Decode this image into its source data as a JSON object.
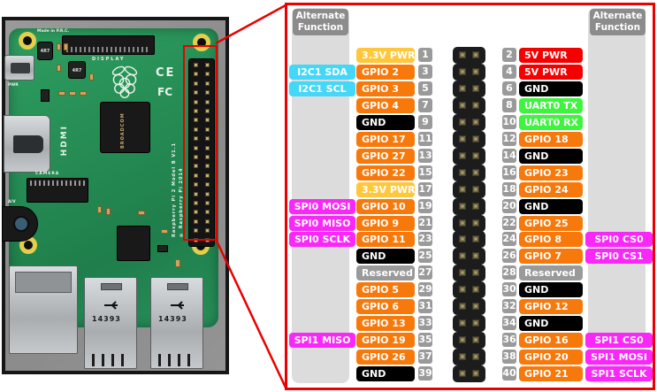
{
  "colors": {
    "red_accent": "#e90000",
    "gpio": "#f8790b",
    "pwr33": "#ffc83c",
    "pwr5": "#f50000",
    "gnd": "#000000",
    "uart": "#3ef43e",
    "reserved": "#9a9a9a",
    "i2c": "#45d7f7",
    "spi": "#f928f9",
    "pin_num": "#9a9a9a",
    "alt_header_bg": "#8c8c8c",
    "alt_col_bg": "#dcdcdc",
    "pcb_green": "#2e9e60"
  },
  "photo": {
    "made_in": "Made in P.R.C.",
    "display_label": "DISPLAY",
    "camera_label": "CAMERA",
    "hdmi_label": "HDMI",
    "pwr_label": "PWR",
    "av_label": "A/V",
    "ce_mark": "CE",
    "fcc_mark": "FC",
    "chip_mark": "BROADCOM",
    "inductor1": "4R7",
    "inductor2": "4R7",
    "usb1_serial": "14393",
    "usb2_serial": "14393",
    "board_name": "Raspberry Pi 2 Model B V1.1",
    "board_copyright": "© Raspberry Pi 2014"
  },
  "diagram": {
    "alt_header": {
      "line1": "Alternate",
      "line2": "Function"
    },
    "rows": [
      {
        "pinL": 1,
        "labelL": "3.3V PWR",
        "typeL": "pwr33",
        "altL": null,
        "altLType": null,
        "pinR": 2,
        "labelR": "5V PWR",
        "typeR": "pwr5",
        "altR": null,
        "altRType": null
      },
      {
        "pinL": 3,
        "labelL": "GPIO 2",
        "typeL": "gpio",
        "altL": "I2C1 SDA",
        "altLType": "i2c",
        "pinR": 4,
        "labelR": "5V PWR",
        "typeR": "pwr5",
        "altR": null,
        "altRType": null
      },
      {
        "pinL": 5,
        "labelL": "GPIO 3",
        "typeL": "gpio",
        "altL": "I2C1 SCL",
        "altLType": "i2c",
        "pinR": 6,
        "labelR": "GND",
        "typeR": "gnd",
        "altR": null,
        "altRType": null
      },
      {
        "pinL": 7,
        "labelL": "GPIO 4",
        "typeL": "gpio",
        "altL": null,
        "altLType": null,
        "pinR": 8,
        "labelR": "UART0 TX",
        "typeR": "uart",
        "altR": null,
        "altRType": null
      },
      {
        "pinL": 9,
        "labelL": "GND",
        "typeL": "gnd",
        "altL": null,
        "altLType": null,
        "pinR": 10,
        "labelR": "UART0 RX",
        "typeR": "uart",
        "altR": null,
        "altRType": null
      },
      {
        "pinL": 11,
        "labelL": "GPIO 17",
        "typeL": "gpio",
        "altL": null,
        "altLType": null,
        "pinR": 12,
        "labelR": "GPIO 18",
        "typeR": "gpio",
        "altR": null,
        "altRType": null
      },
      {
        "pinL": 13,
        "labelL": "GPIO 27",
        "typeL": "gpio",
        "altL": null,
        "altLType": null,
        "pinR": 14,
        "labelR": "GND",
        "typeR": "gnd",
        "altR": null,
        "altRType": null
      },
      {
        "pinL": 15,
        "labelL": "GPIO 22",
        "typeL": "gpio",
        "altL": null,
        "altLType": null,
        "pinR": 16,
        "labelR": "GPIO 23",
        "typeR": "gpio",
        "altR": null,
        "altRType": null
      },
      {
        "pinL": 17,
        "labelL": "3.3V PWR",
        "typeL": "pwr33",
        "altL": null,
        "altLType": null,
        "pinR": 18,
        "labelR": "GPIO 24",
        "typeR": "gpio",
        "altR": null,
        "altRType": null
      },
      {
        "pinL": 19,
        "labelL": "GPIO 10",
        "typeL": "gpio",
        "altL": "SPI0 MOSI",
        "altLType": "spi",
        "pinR": 20,
        "labelR": "GND",
        "typeR": "gnd",
        "altR": null,
        "altRType": null
      },
      {
        "pinL": 21,
        "labelL": "GPIO 9",
        "typeL": "gpio",
        "altL": "SPI0 MISO",
        "altLType": "spi",
        "pinR": 22,
        "labelR": "GPIO 25",
        "typeR": "gpio",
        "altR": null,
        "altRType": null
      },
      {
        "pinL": 23,
        "labelL": "GPIO 11",
        "typeL": "gpio",
        "altL": "SPI0 SCLK",
        "altLType": "spi",
        "pinR": 24,
        "labelR": "GPIO 8",
        "typeR": "gpio",
        "altR": "SPI0 CS0",
        "altRType": "spi"
      },
      {
        "pinL": 25,
        "labelL": "GND",
        "typeL": "gnd",
        "altL": null,
        "altLType": null,
        "pinR": 26,
        "labelR": "GPIO 7",
        "typeR": "gpio",
        "altR": "SPI0 CS1",
        "altRType": "spi"
      },
      {
        "pinL": 27,
        "labelL": "Reserved",
        "typeL": "reserved",
        "altL": null,
        "altLType": null,
        "pinR": 28,
        "labelR": "Reserved",
        "typeR": "reserved",
        "altR": null,
        "altRType": null
      },
      {
        "pinL": 29,
        "labelL": "GPIO 5",
        "typeL": "gpio",
        "altL": null,
        "altLType": null,
        "pinR": 30,
        "labelR": "GND",
        "typeR": "gnd",
        "altR": null,
        "altRType": null
      },
      {
        "pinL": 31,
        "labelL": "GPIO 6",
        "typeL": "gpio",
        "altL": null,
        "altLType": null,
        "pinR": 32,
        "labelR": "GPIO 12",
        "typeR": "gpio",
        "altR": null,
        "altRType": null
      },
      {
        "pinL": 33,
        "labelL": "GPIO 13",
        "typeL": "gpio",
        "altL": null,
        "altLType": null,
        "pinR": 34,
        "labelR": "GND",
        "typeR": "gnd",
        "altR": null,
        "altRType": null
      },
      {
        "pinL": 35,
        "labelL": "GPIO 19",
        "typeL": "gpio",
        "altL": "SPI1 MISO",
        "altLType": "spi",
        "pinR": 36,
        "labelR": "GPIO 16",
        "typeR": "gpio",
        "altR": "SPI1 CS0",
        "altRType": "spi"
      },
      {
        "pinL": 37,
        "labelL": "GPIO 26",
        "typeL": "gpio",
        "altL": null,
        "altLType": null,
        "pinR": 38,
        "labelR": "GPIO 20",
        "typeR": "gpio",
        "altR": "SPI1 MOSI",
        "altRType": "spi"
      },
      {
        "pinL": 39,
        "labelL": "GND",
        "typeL": "gnd",
        "altL": null,
        "altLType": null,
        "pinR": 40,
        "labelR": "GPIO 21",
        "typeR": "gpio",
        "altR": "SPI1 SCLK",
        "altRType": "spi"
      }
    ]
  }
}
